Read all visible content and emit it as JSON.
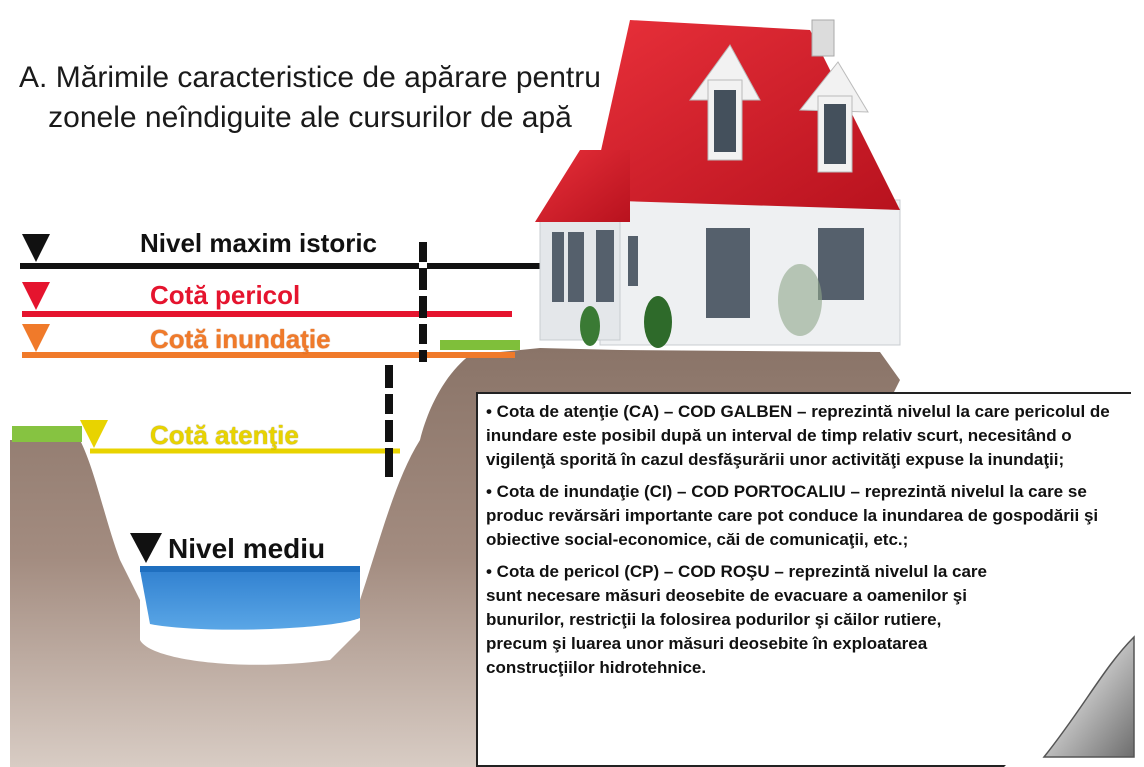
{
  "title": {
    "line1": "A. Mărimile caracteristice de apărare pentru",
    "line2": "zonele neîndiguite ale cursurilor de apă"
  },
  "levels": {
    "max_istoric": "Nivel maxim istoric",
    "cota_pericol": "Cotă pericol",
    "cota_inundatie": "Cotă inundaţie",
    "cota_atentie": "Cotă atenţie",
    "nivel_mediu": "Nivel mediu"
  },
  "colors": {
    "max": "#111111",
    "pericol": "#e5142e",
    "inundatie": "#f07a2a",
    "atentie": "#e8d300",
    "water": "#3d8fd6",
    "roof": "#d6212c",
    "grass": "#7fbf3a",
    "rock": "#9a8378"
  },
  "notes": [
    "• Cota de atenţie (CA) – COD GALBEN – reprezintă nivelul la care pericolul de inundare este posibil după un interval de timp relativ scurt, necesitând o vigilenţă sporită în cazul desfăşurării unor activităţi expuse la inundaţii;",
    "• Cota de inundaţie (CI) – COD PORTOCALIU – reprezintă nivelul la care se produc revărsări importante care pot conduce la inundarea de gospodării şi obiective social-economice, căi de comunicaţii, etc.;",
    "• Cota de pericol (CP) – COD ROŞU – reprezintă nivelul la care sunt necesare măsuri deosebite de evacuare a oamenilor şi bunurilor, restricţii la folosirea podurilor şi căilor rutiere, precum şi luarea unor măsuri deosebite în exploatarea construcţiilor hidrotehnice."
  ]
}
